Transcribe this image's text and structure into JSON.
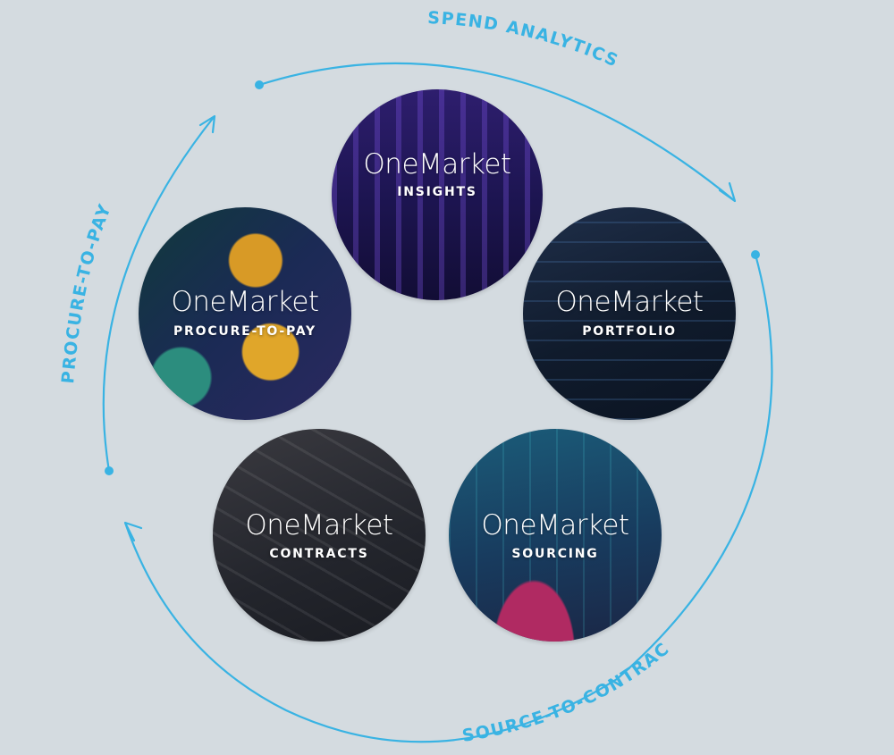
{
  "cycle_labels": {
    "top": "SPEND ANALYTICS",
    "left": "PROCURE-TO-PAY",
    "bottom": "SOURCE-TO-CONTRACT"
  },
  "products": [
    {
      "id": "insights",
      "brand": "OneMarket",
      "module": "INSIGHTS"
    },
    {
      "id": "portfolio",
      "brand": "OneMarket",
      "module": "PORTFOLIO"
    },
    {
      "id": "procure_to_pay",
      "brand": "OneMarket",
      "module": "PROCURE-TO-PAY"
    },
    {
      "id": "contracts",
      "brand": "OneMarket",
      "module": "CONTRACTS"
    },
    {
      "id": "sourcing",
      "brand": "OneMarket",
      "module": "SOURCING"
    }
  ],
  "colors": {
    "background": "#d4dbe0",
    "accent": "#39b3e3",
    "text_on_circle": "#ffffff"
  }
}
